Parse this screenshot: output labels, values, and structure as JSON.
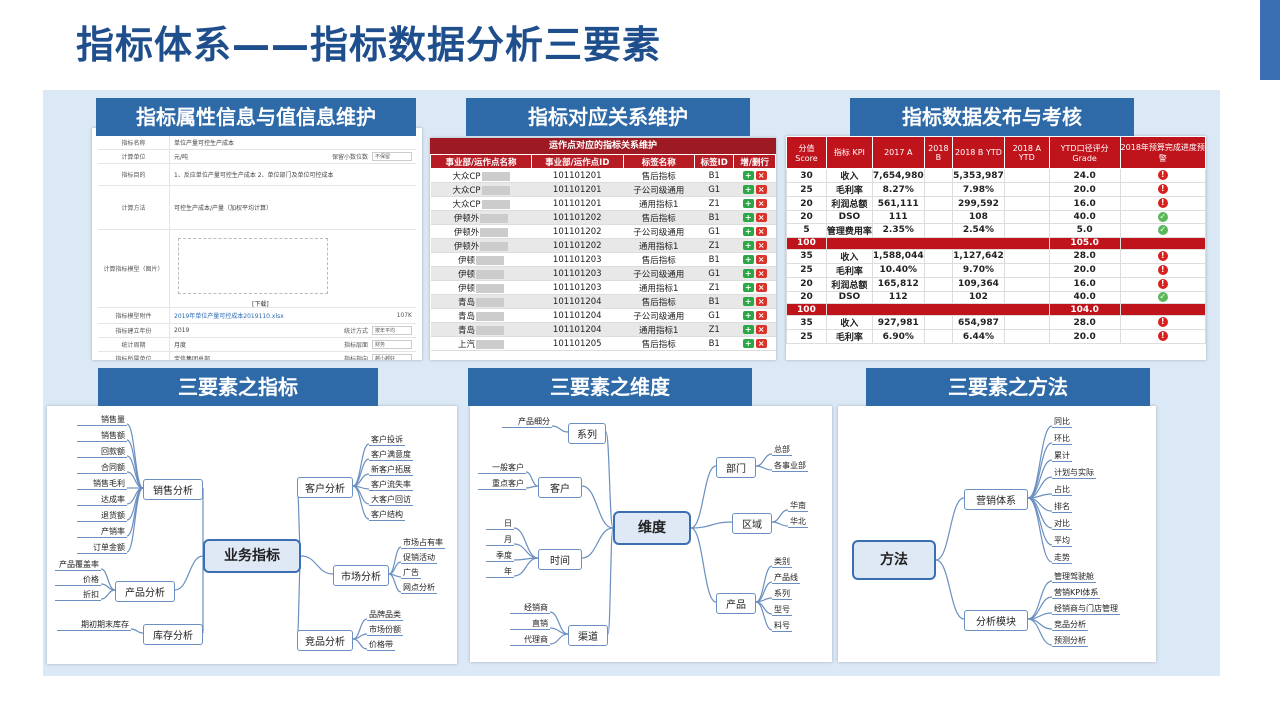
{
  "page_title": "指标体系——指标数据分析三要素",
  "sections": {
    "attr": "指标属性信息与值信息维护",
    "relation": "指标对应关系维护",
    "publish": "指标数据发布与考核",
    "metric": "三要素之指标",
    "dimension": "三要素之维度",
    "method": "三要素之方法"
  },
  "attr_form": {
    "rows": [
      {
        "label": "指标名称",
        "value": "单位产量可控生产成本"
      },
      {
        "label": "计算单位",
        "value": "元/吨",
        "extra": "保留小数位数",
        "extra2": "不保留"
      },
      {
        "label": "指标目的",
        "value": "1、反应单位产量可控生产成本  2、单位部门及单位可控成本"
      },
      {
        "label": "计算方法",
        "value": "可控生产成本/产量（加权平均计算）"
      },
      {
        "label": "计算指标模型（图片）",
        "value": ""
      },
      {
        "label": "指标模型附件",
        "value": "2019年单位产量可控成本2019110.xlsx",
        "extra": "107K"
      },
      {
        "label": "指标建立年份",
        "value": "2019",
        "extra": "统计方式",
        "extra2": "按年平均"
      },
      {
        "label": "统计周期",
        "value": "月度",
        "extra": "指标层面",
        "extra2": "财务"
      },
      {
        "label": "指标所属单位",
        "value": "宝信集团总部",
        "extra": "指标指向",
        "extra2": "越小越好"
      }
    ],
    "download_label": "[下载]"
  },
  "relation": {
    "title": "运作点对应的指标关系维护",
    "headers": [
      "事业部/运作点名称",
      "事业部/运作点ID",
      "标签名称",
      "标签ID",
      "增/删行"
    ],
    "rows": [
      [
        "大众CP",
        "101101201",
        "售后指标",
        "B1"
      ],
      [
        "大众CP",
        "101101201",
        "子公司级通用",
        "G1"
      ],
      [
        "大众CP",
        "101101201",
        "通用指标1",
        "Z1"
      ],
      [
        "伊顿外",
        "101101202",
        "售后指标",
        "B1"
      ],
      [
        "伊顿外",
        "101101202",
        "子公司级通用",
        "G1"
      ],
      [
        "伊顿外",
        "101101202",
        "通用指标1",
        "Z1"
      ],
      [
        "伊顿",
        "101101203",
        "售后指标",
        "B1"
      ],
      [
        "伊顿",
        "101101203",
        "子公司级通用",
        "G1"
      ],
      [
        "伊顿",
        "101101203",
        "通用指标1",
        "Z1"
      ],
      [
        "青岛",
        "101101204",
        "售后指标",
        "B1"
      ],
      [
        "青岛",
        "101101204",
        "子公司级通用",
        "G1"
      ],
      [
        "青岛",
        "101101204",
        "通用指标1",
        "Z1"
      ],
      [
        "上汽",
        "101101205",
        "售后指标",
        "B1"
      ]
    ],
    "add_icon": "+",
    "del_icon": "×"
  },
  "kpi": {
    "headers": [
      "分值 Score",
      "指标 KPI",
      "2017 A",
      "2018 B",
      "2018 B YTD",
      "2018 A YTD",
      "YTD口径评分 Grade",
      "2018年预算完成进度预警"
    ],
    "rows": [
      {
        "score": "30",
        "kpi": "收入",
        "a2017": "7,654,980",
        "b2018": "",
        "bytd": "5,353,987",
        "aytd": "",
        "grade": "24.0",
        "status": "bad"
      },
      {
        "score": "25",
        "kpi": "毛利率",
        "a2017": "8.27%",
        "b2018": "",
        "bytd": "7.98%",
        "aytd": "",
        "grade": "20.0",
        "status": "bad"
      },
      {
        "score": "20",
        "kpi": "利润总额",
        "a2017": "561,111",
        "b2018": "",
        "bytd": "299,592",
        "aytd": "",
        "grade": "16.0",
        "status": "bad"
      },
      {
        "score": "20",
        "kpi": "DSO",
        "a2017": "111",
        "b2018": "",
        "bytd": "108",
        "aytd": "",
        "grade": "40.0",
        "status": "good"
      },
      {
        "score": "5",
        "kpi": "管理费用率",
        "a2017": "2.35%",
        "b2018": "",
        "bytd": "2.54%",
        "aytd": "",
        "grade": "5.0",
        "status": "good"
      },
      {
        "sum": true,
        "score": "100",
        "grade": "105.0"
      },
      {
        "score": "35",
        "kpi": "收入",
        "a2017": "1,588,044",
        "b2018": "",
        "bytd": "1,127,642",
        "aytd": "",
        "grade": "28.0",
        "status": "bad"
      },
      {
        "score": "25",
        "kpi": "毛利率",
        "a2017": "10.40%",
        "b2018": "",
        "bytd": "9.70%",
        "aytd": "",
        "grade": "20.0",
        "status": "bad"
      },
      {
        "score": "20",
        "kpi": "利润总额",
        "a2017": "165,812",
        "b2018": "",
        "bytd": "109,364",
        "aytd": "",
        "grade": "16.0",
        "status": "bad"
      },
      {
        "score": "20",
        "kpi": "DSO",
        "a2017": "112",
        "b2018": "",
        "bytd": "102",
        "aytd": "",
        "grade": "40.0",
        "status": "good"
      },
      {
        "sum": true,
        "score": "100",
        "grade": "104.0"
      },
      {
        "score": "35",
        "kpi": "收入",
        "a2017": "927,981",
        "b2018": "",
        "bytd": "654,987",
        "aytd": "",
        "grade": "28.0",
        "status": "bad"
      },
      {
        "score": "25",
        "kpi": "毛利率",
        "a2017": "6.90%",
        "b2018": "",
        "bytd": "6.44%",
        "aytd": "",
        "grade": "20.0",
        "status": "bad"
      }
    ],
    "bad_icon": "!",
    "good_icon": "✓"
  },
  "mind_metric": {
    "center": "业务指标",
    "branches": [
      {
        "name": "销售分析",
        "leaves": [
          "销售量",
          "销售额",
          "回款额",
          "合同额",
          "销售毛利",
          "达成率",
          "退货额",
          "产销率",
          "订单金额"
        ]
      },
      {
        "name": "产品分析",
        "leaves": [
          "产品覆盖率",
          "价格",
          "折扣"
        ]
      },
      {
        "name": "库存分析",
        "leaves": [
          "期初期末库存"
        ]
      },
      {
        "name": "客户分析",
        "leaves": [
          "客户投诉",
          "客户满意度",
          "新客户拓展",
          "客户流失率",
          "大客户回访",
          "客户结构"
        ]
      },
      {
        "name": "市场分析",
        "leaves": [
          "市场占有率",
          "促销活动",
          "广告",
          "网点分析"
        ]
      },
      {
        "name": "竞品分析",
        "leaves": [
          "品牌品类",
          "市场份额",
          "价格带"
        ]
      }
    ]
  },
  "mind_dimension": {
    "center": "维度",
    "branches": [
      {
        "name": "系列",
        "leaves": [
          "产品细分"
        ]
      },
      {
        "name": "客户",
        "leaves": [
          "一般客户",
          "重点客户"
        ]
      },
      {
        "name": "时间",
        "leaves": [
          "日",
          "月",
          "季度",
          "年"
        ]
      },
      {
        "name": "渠道",
        "leaves": [
          "经销商",
          "直销",
          "代理商"
        ]
      },
      {
        "name": "部门",
        "leaves": [
          "总部",
          "各事业部"
        ]
      },
      {
        "name": "区域",
        "leaves": [
          "华南",
          "华北"
        ]
      },
      {
        "name": "产品",
        "leaves": [
          "类别",
          "产品线",
          "系列",
          "型号",
          "料号"
        ]
      }
    ]
  },
  "mind_method": {
    "center": "方法",
    "branches": [
      {
        "name": "营销体系",
        "leaves": [
          "同比",
          "环比",
          "累计",
          "计划与实际",
          "占比",
          "排名",
          "对比",
          "平均",
          "走势"
        ]
      },
      {
        "name": "分析模块",
        "leaves": [
          "管理驾驶舱",
          "营销KPI体系",
          "经销商与门店管理",
          "竞品分析",
          "预测分析"
        ]
      }
    ]
  }
}
